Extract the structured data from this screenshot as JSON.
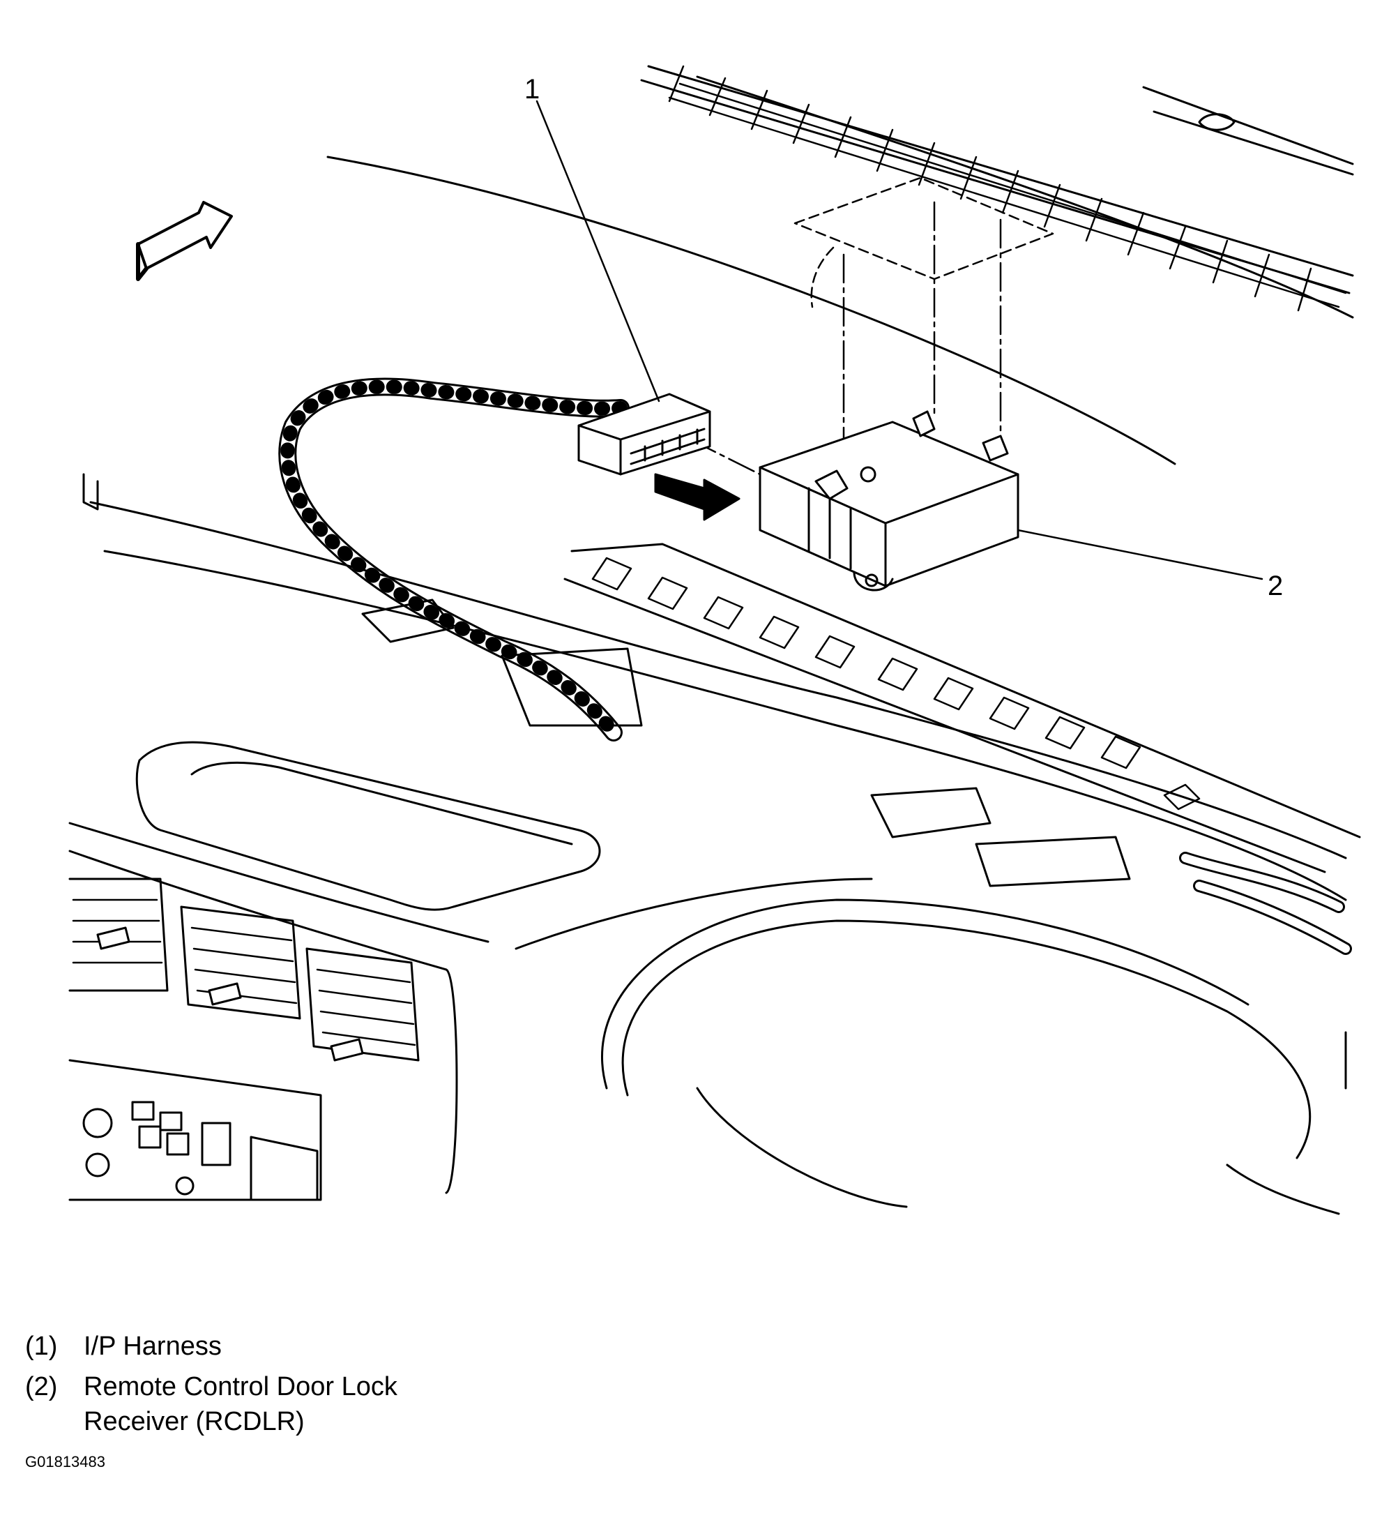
{
  "diagram": {
    "callouts": [
      {
        "id": "1",
        "label": "1"
      },
      {
        "id": "2",
        "label": "2"
      }
    ]
  },
  "legend": [
    {
      "number": "(1)",
      "text": "I/P Harness"
    },
    {
      "number": "(2)",
      "text": "Remote Control Door Lock Receiver (RCDLR)"
    }
  ],
  "figure_id": "G01813483"
}
